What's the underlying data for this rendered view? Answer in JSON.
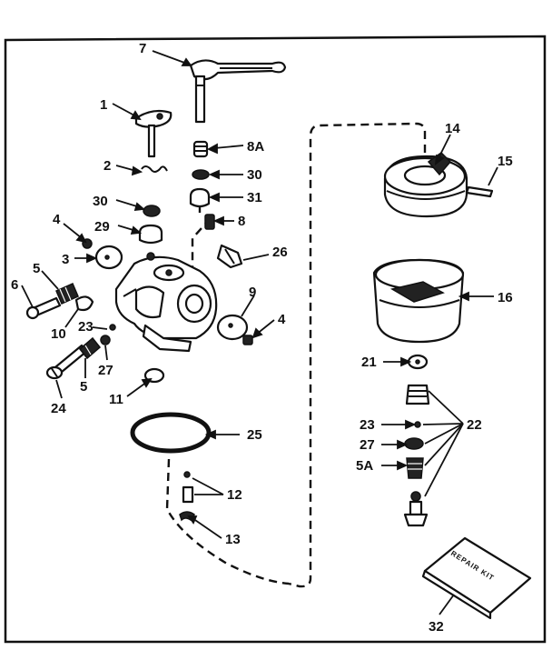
{
  "labels": {
    "l1": "1",
    "l2": "2",
    "l3": "3",
    "l4a": "4",
    "l4b": "4",
    "l5a": "5",
    "l5b": "5",
    "l5A": "5A",
    "l6": "6",
    "l7": "7",
    "l8": "8",
    "l8A": "8A",
    "l9": "9",
    "l10": "10",
    "l11": "11",
    "l12": "12",
    "l13": "13",
    "l14": "14",
    "l15": "15",
    "l16": "16",
    "l21": "21",
    "l22": "22",
    "l23a": "23",
    "l23b": "23",
    "l24": "24",
    "l25": "25",
    "l26": "26",
    "l27a": "27",
    "l27b": "27",
    "l29": "29",
    "l30a": "30",
    "l30b": "30",
    "l31": "31",
    "l32": "32"
  },
  "repair_kit_text": "REPAIR KIT"
}
